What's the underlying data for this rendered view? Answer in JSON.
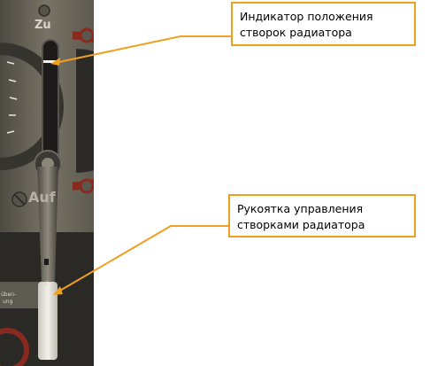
{
  "photo": {
    "label_top": "Zu",
    "label_bottom": "Auf",
    "label_small_1": "Auf",
    "label_small_2": "üben-",
    "label_small_3": "ung"
  },
  "callouts": [
    {
      "text": "Индикатор положения створок радиатора"
    },
    {
      "text": "Рукоятка управления створками радиатора"
    }
  ],
  "colors": {
    "callout_border": "#f0a020",
    "panel": "#6d6a5f",
    "handle": "#e8e6df"
  }
}
